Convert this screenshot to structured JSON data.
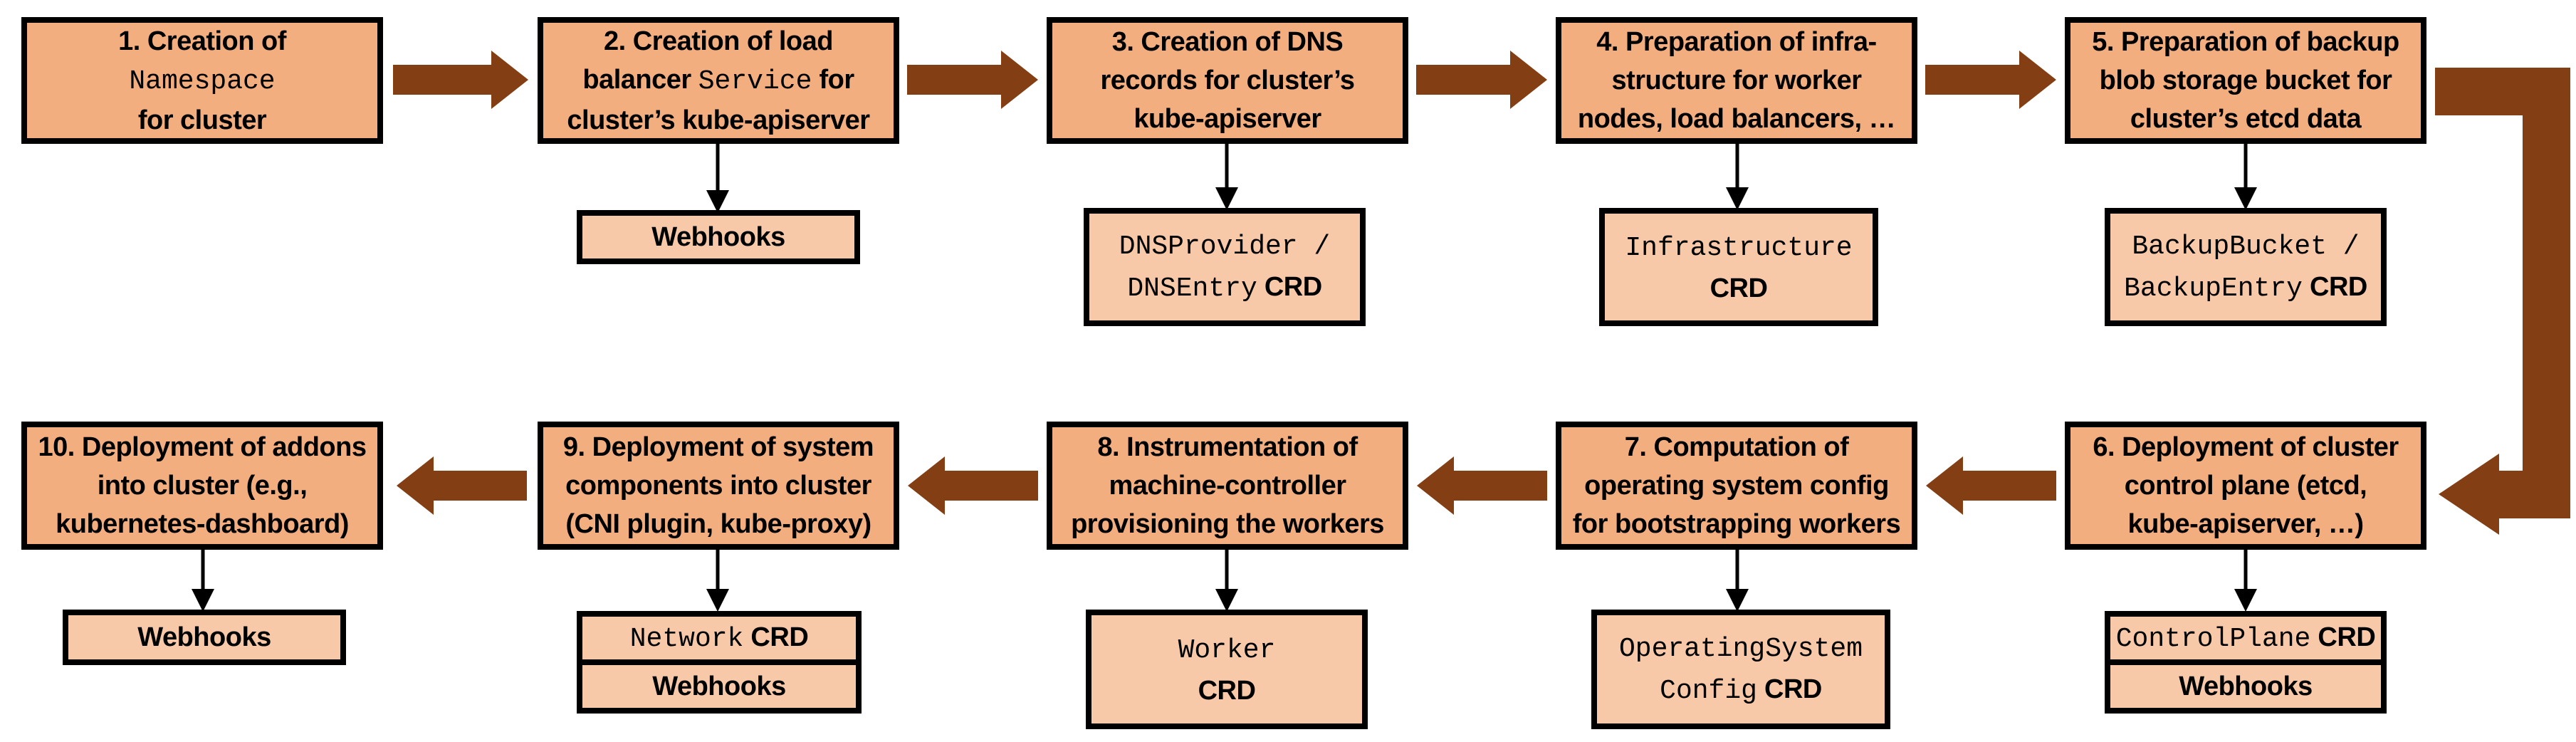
{
  "palette": {
    "background": "#FFFFFF",
    "main_box_fill": "#F3AE80",
    "sub_box_fill": "#F7C9A8",
    "box_border": "#000000",
    "flow_arrow_brown": "#843E14",
    "connector_black": "#000000"
  },
  "steps": [
    {
      "name": "step-1",
      "lines": [
        [
          "1. Creation of"
        ],
        [
          "Namespace"
        ],
        [
          "for cluster"
        ]
      ]
    },
    {
      "name": "step-2",
      "lines": [
        [
          "2. Creation of load"
        ],
        [
          "balancer ",
          "Service",
          " for"
        ],
        [
          "cluster’s kube-apiserver"
        ]
      ]
    },
    {
      "name": "step-3",
      "lines": [
        [
          "3. Creation of DNS"
        ],
        [
          "records for cluster’s"
        ],
        [
          "kube-apiserver"
        ]
      ]
    },
    {
      "name": "step-4",
      "lines": [
        [
          "4. Preparation of infra-"
        ],
        [
          "structure for worker"
        ],
        [
          "nodes, load balancers, …"
        ]
      ]
    },
    {
      "name": "step-5",
      "lines": [
        [
          "5. Preparation of backup"
        ],
        [
          "blob storage bucket for"
        ],
        [
          "cluster’s etcd data"
        ]
      ]
    },
    {
      "name": "step-6",
      "lines": [
        [
          "6. Deployment of cluster"
        ],
        [
          "control plane (etcd,"
        ],
        [
          "kube-apiserver, …)"
        ]
      ]
    },
    {
      "name": "step-7",
      "lines": [
        [
          "7. Computation of"
        ],
        [
          "operating system config"
        ],
        [
          "for bootstrapping workers"
        ]
      ]
    },
    {
      "name": "step-8",
      "lines": [
        [
          "8. Instrumentation of"
        ],
        [
          "machine-controller"
        ],
        [
          "provisioning the workers"
        ]
      ]
    },
    {
      "name": "step-9",
      "lines": [
        [
          "9. Deployment of system"
        ],
        [
          "components into cluster"
        ],
        [
          "(CNI plugin, kube-proxy)"
        ]
      ]
    },
    {
      "name": "step-10",
      "lines": [
        [
          "10. Deployment of addons"
        ],
        [
          "into cluster (e.g.,"
        ],
        [
          "kubernetes-dashboard)"
        ]
      ]
    }
  ],
  "artifacts": {
    "step2_webhooks": "Webhooks",
    "step3_crd": {
      "line1": "DNSProvider /",
      "line2_mono": "DNSEntry",
      "line2_suffix": " CRD"
    },
    "step4_crd": {
      "line1": "Infrastructure",
      "line2_suffix": "CRD"
    },
    "step5_crd": {
      "line1": "BackupBucket /",
      "line2_mono": "BackupEntry",
      "line2_suffix": " CRD"
    },
    "step6_crd": {
      "mono": "ControlPlane",
      "suffix": " CRD"
    },
    "step6_webhooks": "Webhooks",
    "step7_crd": {
      "line1": "OperatingSystem",
      "line2_mono": "Config",
      "line2_suffix": " CRD"
    },
    "step8_crd": {
      "line1": "Worker",
      "line2_suffix": "CRD"
    },
    "step9_crd": {
      "mono": "Network",
      "suffix": " CRD"
    },
    "step9_webhooks": "Webhooks",
    "step10_webhooks": "Webhooks"
  }
}
